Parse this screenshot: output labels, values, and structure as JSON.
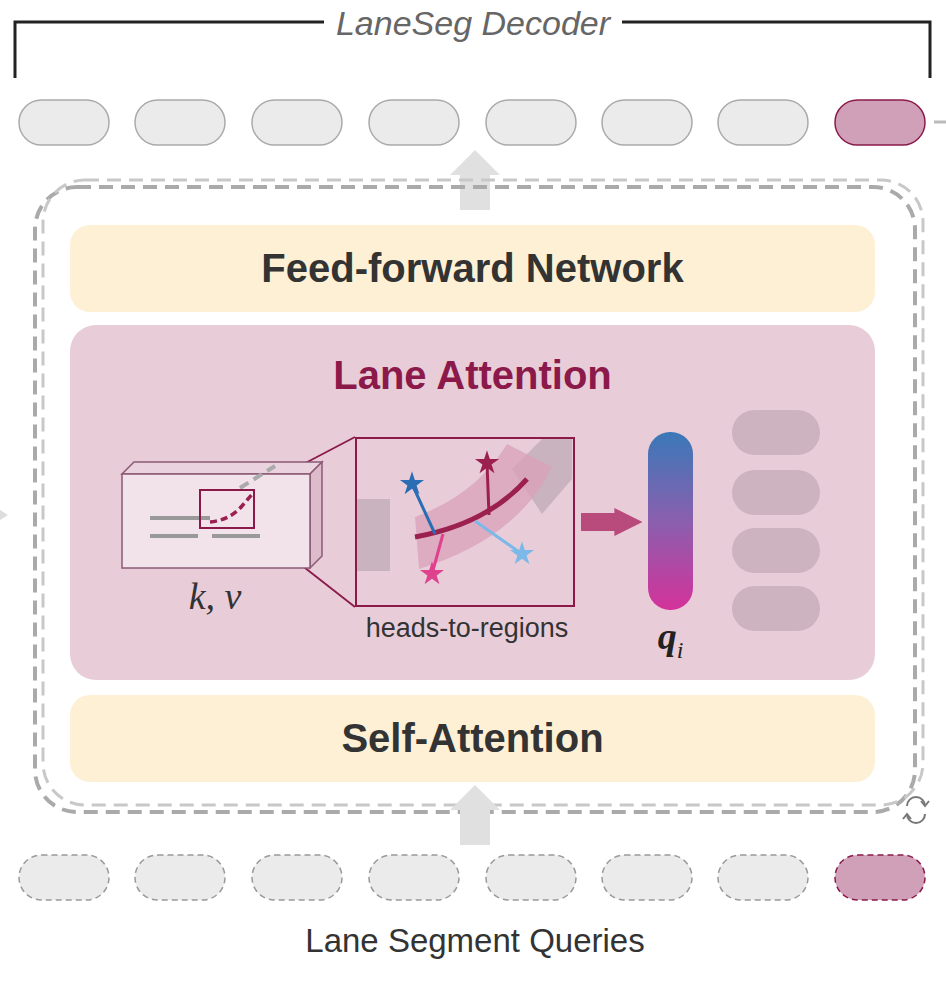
{
  "diagram": {
    "nodes": [
      {
        "text": [
          "Feed-forward Network"
        ]
      },
      {
        "text": [
          "Lane Attention"
        ]
      },
      {
        "text": [
          "Self-Attention"
        ]
      },
      {
        "text": [
          "k, v"
        ],
        "in": 1
      },
      {
        "text": [
          "heads-to-regions"
        ],
        "in": 1
      },
      {
        "text": [
          "qi"
        ],
        "in": 1
      }
    ],
    "edges": [
      {
        "from": 3,
        "to": 4,
        "arrow": "none"
      },
      {
        "from": 4,
        "to": 5,
        "arrow": "to"
      }
    ],
    "labels": [
      "LaneSeg Decoder",
      "Lane Segment Queries"
    ]
  }
}
